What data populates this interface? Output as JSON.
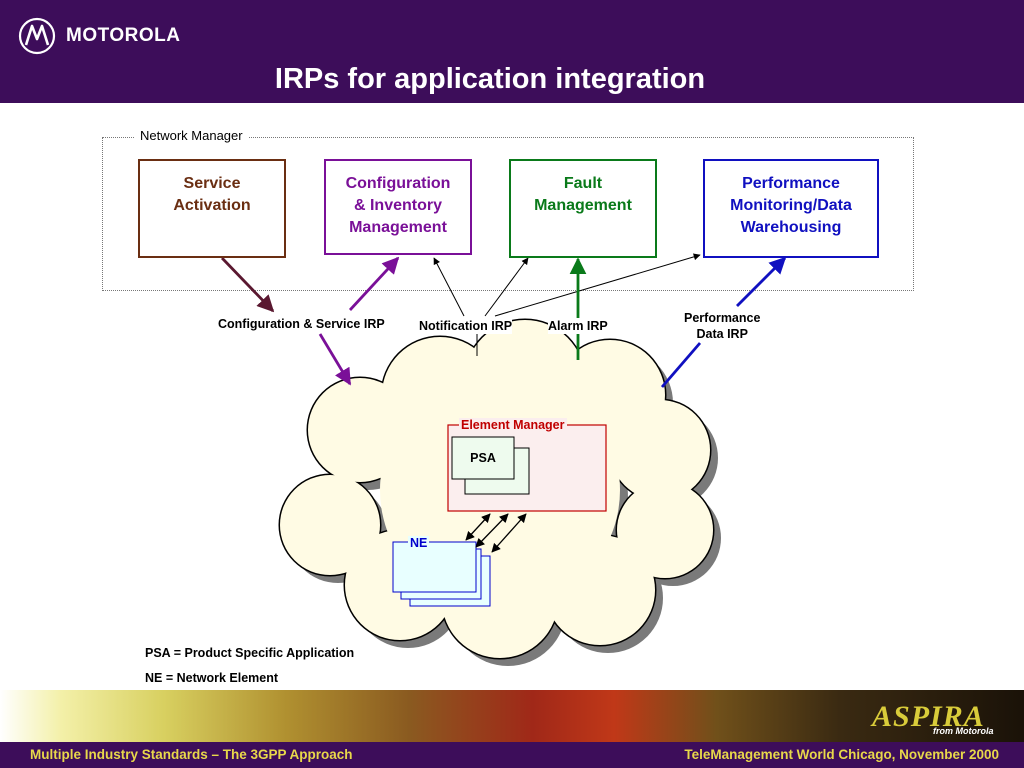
{
  "header": {
    "logo_text": "MOTOROLA",
    "title": "IRPs for application integration"
  },
  "network_manager": {
    "label": "Network Manager",
    "systems": [
      {
        "lines": [
          "Service",
          "Activation"
        ],
        "color": "#6a2e12"
      },
      {
        "lines": [
          "Configuration",
          "& Inventory",
          "Management"
        ],
        "color": "#7a1098"
      },
      {
        "lines": [
          "Fault",
          "Management"
        ],
        "color": "#0a7a1a"
      },
      {
        "lines": [
          "Performance",
          "Monitoring/Data",
          "Warehousing"
        ],
        "color": "#1010c0"
      }
    ]
  },
  "irps": {
    "config_service": "Configuration & Service IRP",
    "notification": "Notification IRP",
    "alarm": "Alarm IRP",
    "performance": [
      "Performance",
      "Data IRP"
    ]
  },
  "cloud": {
    "element_manager_label": "Element Manager",
    "psa_label": "PSA",
    "ne_label": "NE"
  },
  "legend": {
    "psa": "PSA = Product Specific Application",
    "ne": "NE = Network Element"
  },
  "footer": {
    "left": "Multiple Industry Standards – The 3GPP Approach",
    "right": "TeleManagement World Chicago, November 2000",
    "brand": "ASPIRA",
    "brand_sub": "from Motorola"
  },
  "colors": {
    "header_bg": "#3d0d5a",
    "footer_text": "#e8d84a"
  }
}
